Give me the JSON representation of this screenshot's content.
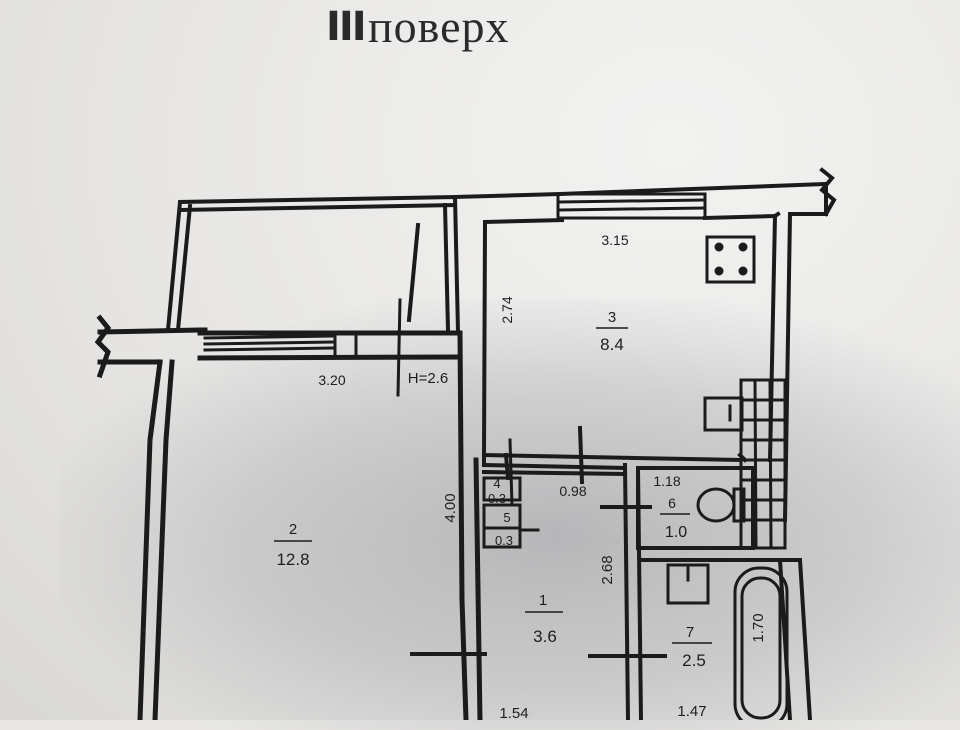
{
  "title": {
    "roman": "III",
    "word": "поверх"
  },
  "rooms": [
    {
      "id": "1",
      "area": "3.6"
    },
    {
      "id": "2",
      "area": "12.8"
    },
    {
      "id": "3",
      "area": "8.4"
    },
    {
      "id": "4",
      "area": "0.3"
    },
    {
      "id": "5",
      "area": "0.3"
    },
    {
      "id": "6",
      "area": "1.0"
    },
    {
      "id": "7",
      "area": "2.5"
    }
  ],
  "dimensions": {
    "d_3_15": "3.15",
    "d_2_74": "2.74",
    "d_3_20": "3.20",
    "ceiling": "H=2.6",
    "d_4_00": "4.00",
    "d_0_98": "0.98",
    "d_1_18": "1.18",
    "d_2_68": "2.68",
    "d_1_70": "1.70",
    "d_1_54": "1.54",
    "d_1_47": "1.47"
  },
  "colors": {
    "ink": "#1b1b1b",
    "paper": "#e9e8e6"
  }
}
